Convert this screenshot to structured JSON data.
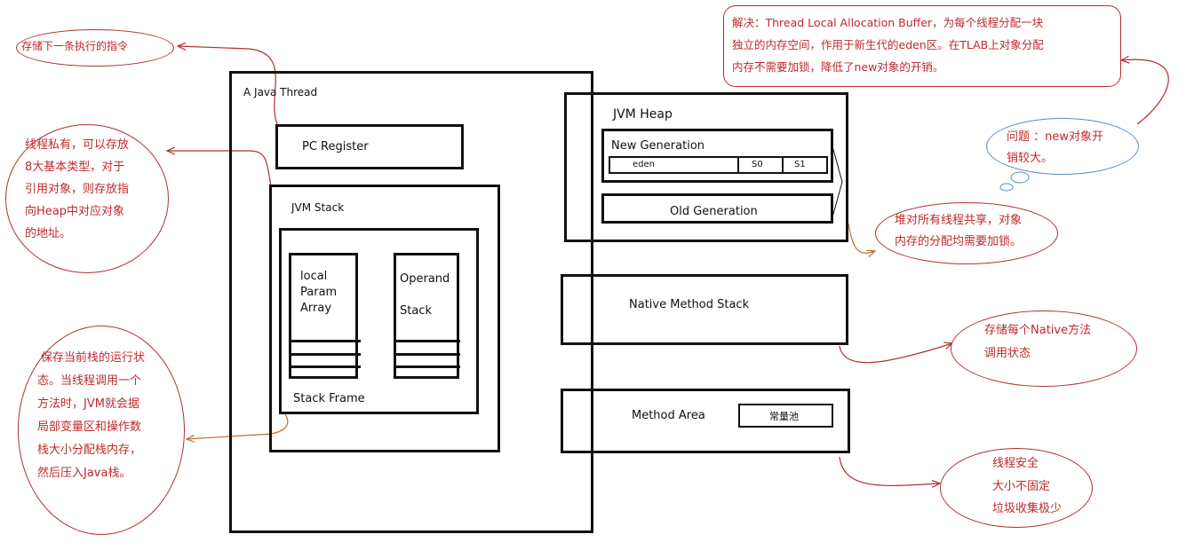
{
  "thread": {
    "title": "A Java Thread",
    "pc_register": "PC Register",
    "jvm_stack": "JVM Stack",
    "local_array": [
      "local",
      "Param",
      "Array"
    ],
    "operand_stack": [
      "Operand",
      "Stack"
    ],
    "stack_frame": "Stack Frame"
  },
  "heap": {
    "title": "JVM Heap",
    "new_generation": "New Generation",
    "eden": "eden",
    "s0": "S0",
    "s1": "S1",
    "old_generation": "Old Generation"
  },
  "native_method_stack": "Native Method Stack",
  "method_area": {
    "title": "Method Area",
    "constant_pool": "常量池"
  },
  "notes": {
    "pc": "存储下一条执行的指令",
    "stack_lines": [
      "线程私有，可以存放",
      "8大基本类型，对于",
      "引用对象，则存放指",
      "向Heap中对应对象",
      "的地址。"
    ],
    "frame_lines": [
      "保存当前栈的运行状",
      "态。当线程调用一个",
      "方法时，JVM就会据",
      "局部变量区和操作数",
      "栈大小分配栈内存，",
      "然后压入Java栈。"
    ],
    "tlab_lines": [
      "解决：Thread Local Allocation Buffer，为每个线程分配一块",
      "独立的内存空间，作用于新生代的eden区。在TLAB上对象分配",
      "内存不需要加锁，降低了new对象的开销。"
    ],
    "problem_lines": [
      "问题 ：new对象开",
      "销较大。"
    ],
    "heap_lines": [
      "堆对所有线程共享，对象",
      "内存的分配均需要加锁。"
    ],
    "native_lines": [
      "存储每个Native方法",
      "调用状态"
    ],
    "method_lines": [
      "线程安全",
      "大小不固定",
      "垃圾收集极少"
    ]
  },
  "colors": {
    "note_text": "#c0282b",
    "note_border": "#b03030",
    "arrow": "#c07030",
    "box": "#111111"
  }
}
